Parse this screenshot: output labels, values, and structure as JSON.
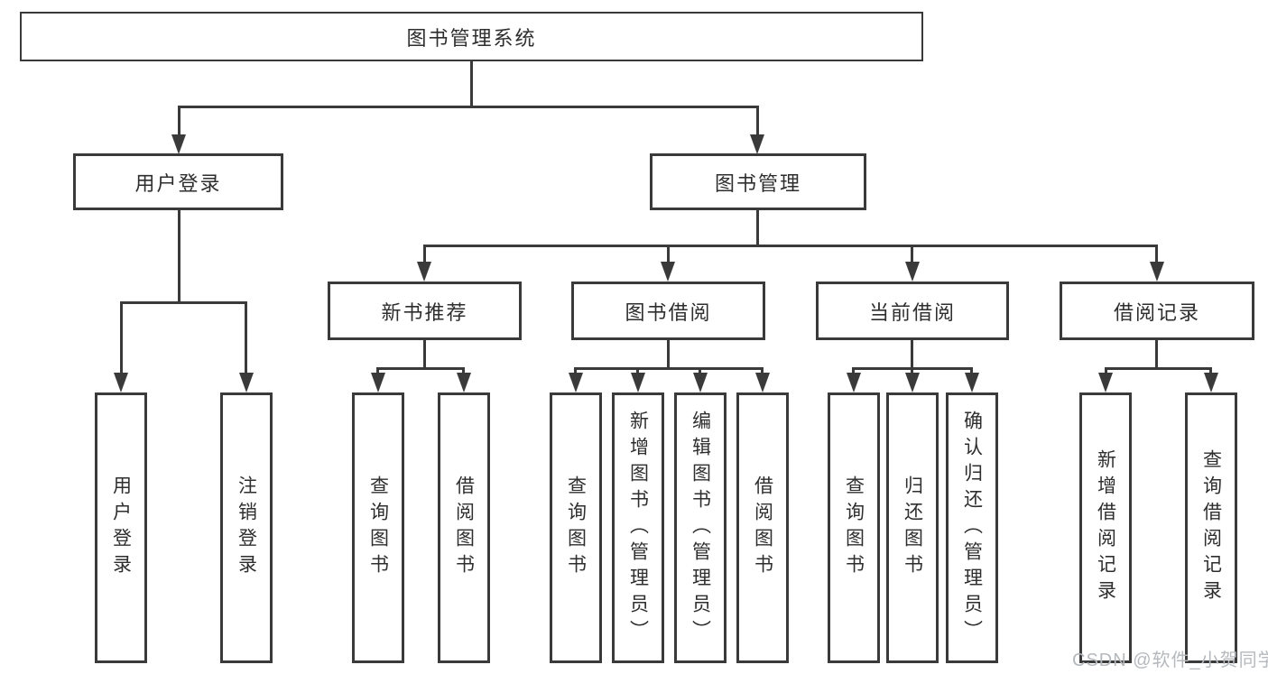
{
  "diagram": {
    "title": "图书管理系统",
    "level2": [
      "用户登录",
      "图书管理"
    ],
    "level3": [
      "新书推荐",
      "图书借阅",
      "当前借阅",
      "借阅记录"
    ],
    "leaves": {
      "login": [
        "用户登录",
        "注销登录"
      ],
      "recommend": [
        "查询图书",
        "借阅图书"
      ],
      "borrow": [
        "查询图书",
        "新增图书（管理员）",
        "编辑图书（管理员）",
        "借阅图书"
      ],
      "current": [
        "查询图书",
        "归还图书",
        "确认归还（管理员）"
      ],
      "records": [
        "新增借阅记录",
        "查询借阅记录"
      ]
    }
  },
  "watermark": {
    "text": "CSDN @软件_小贺同学",
    "color": "#b5b9bd"
  },
  "colors": {
    "line": "#3a3a3a",
    "box_border": "#3a3a3a",
    "text": "#2e2e2e",
    "background": "#ffffff"
  }
}
